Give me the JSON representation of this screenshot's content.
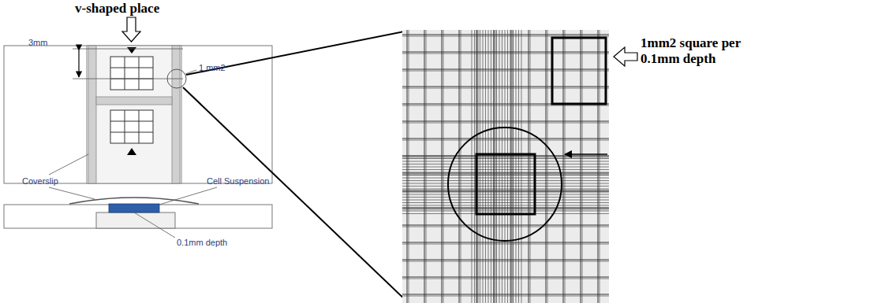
{
  "diagram": {
    "labels": [
      "v-shaped place",
      "3mm",
      "1 mm2",
      "Coverslip",
      "Cell Suspension",
      "0.1mm depth",
      "1mm2 square per 0.1mm depth"
    ]
  }
}
